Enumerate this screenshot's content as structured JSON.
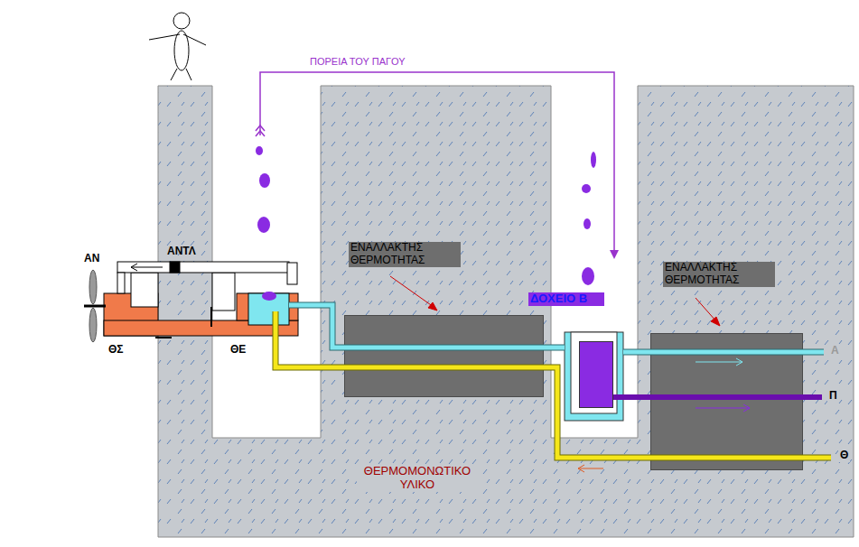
{
  "diagram": {
    "nodes": [
      {
        "text": [
          "ΕΝΑΛΛΑΚΤΗΣ ΘΕΡΜΟΤΗΤΑΣ"
        ]
      },
      {
        "text": [
          "ΔΟΧΕΙΟ Β"
        ]
      },
      {
        "text": [
          "ΕΝΑΛΛΑΚΤΗΣ ΘΕΡΜΟΤΗΤΑΣ"
        ]
      }
    ],
    "labels": [
      "ΠΟΡΕΙΑ ΤΟΥ ΠΑΓΟΥ",
      "ΑΝ",
      "ΑΝΤΛ",
      "ΘΣ",
      "ΘΕ",
      "Α",
      "Π",
      "Θ",
      "ΘΕΡΜΟΜΟΝΩΤΙΚΟ ΥΛΙΚΟ"
    ]
  }
}
